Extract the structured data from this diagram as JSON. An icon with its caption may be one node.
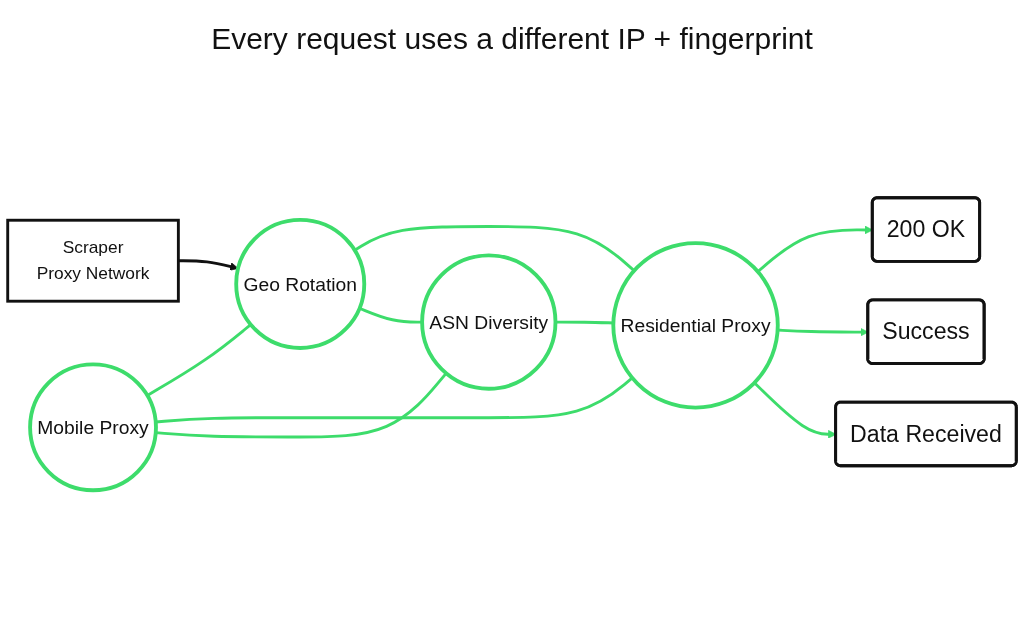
{
  "diagram": {
    "title": "Every request uses a different IP + fingerprint",
    "nodes": [
      {
        "text": [
          "Scraper",
          "Proxy Network"
        ]
      },
      {
        "text": [
          "Mobile Proxy"
        ]
      },
      {
        "text": [
          "Geo Rotation"
        ]
      },
      {
        "text": [
          "Residential Proxy"
        ]
      },
      {
        "text": [
          "ASN Diversity"
        ]
      },
      {
        "text": [
          "200 OK"
        ]
      },
      {
        "text": [
          "Success"
        ]
      },
      {
        "text": [
          "Data Received"
        ]
      }
    ],
    "edges": [
      {
        "from": 0,
        "to": 2,
        "arrow": "to",
        "color": "#111111"
      },
      {
        "from": 1,
        "to": 2,
        "arrow": "none"
      },
      {
        "from": 1,
        "to": 3,
        "arrow": "none"
      },
      {
        "from": 1,
        "to": 4,
        "arrow": "none"
      },
      {
        "from": 2,
        "to": 3,
        "arrow": "none"
      },
      {
        "from": 2,
        "to": 4,
        "arrow": "none"
      },
      {
        "from": 4,
        "to": 3,
        "arrow": "none"
      },
      {
        "from": 3,
        "to": 5,
        "arrow": "to"
      },
      {
        "from": 3,
        "to": 6,
        "arrow": "to"
      },
      {
        "from": 3,
        "to": 7,
        "arrow": "to"
      }
    ]
  }
}
